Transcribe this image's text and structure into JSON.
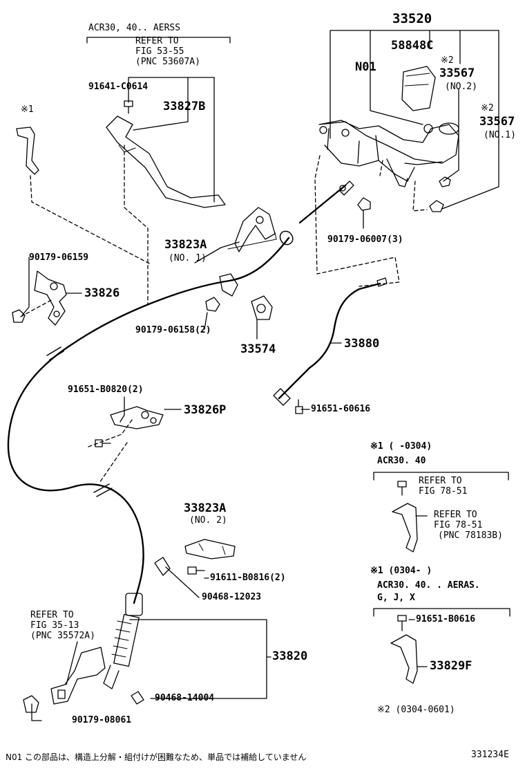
{
  "header": {
    "model_group": "ACR30, 40.. AERSS",
    "refer_top": {
      "line1": "REFER TO",
      "line2": "FIG 53-55",
      "line3": "(PNC 53607A)"
    }
  },
  "parts": {
    "p33520": "33520",
    "p58848C": "58848C",
    "pN01": "N01",
    "p33567_no2": {
      "mark": "※2",
      "number": "33567",
      "note": "(NO.2)"
    },
    "p33567_no1": {
      "mark": "※2",
      "number": "33567",
      "note": "(NO.1)"
    },
    "p91641": "91641-C0614",
    "p33827B": "33827B",
    "mark1_top": "※1",
    "p90179_06007": "90179-06007(3)",
    "p33823A_no1": {
      "number": "33823A",
      "note": "(NO. 1)"
    },
    "p90179_06159": "90179-06159",
    "p33826": "33826",
    "p90179_06158": "90179-06158(2)",
    "p33574": "33574",
    "p33880": "33880",
    "p91651_B0820": "91651-B0820(2)",
    "p33826P": "33826P",
    "p91651_60616": "91651-60616",
    "p33823A_no2": {
      "number": "33823A",
      "note": "(NO. 2)"
    },
    "p91611_B0816": "91611-B0816(2)",
    "p90468_12023": "90468-12023",
    "p33820": "33820",
    "p90468_14004": "90468-14004",
    "p90179_08061": "90179-08061",
    "refer_35": {
      "line1": "REFER TO",
      "line2": "FIG 35-13",
      "line3": "(PNC 35572A)"
    }
  },
  "inset1": {
    "heading": "※1 (      -0304)",
    "model": "ACR30. 40",
    "refer_a": {
      "line1": "REFER TO",
      "line2": "FIG 78-51"
    },
    "refer_b": {
      "line1": "REFER TO",
      "line2": "FIG 78-51",
      "line3": "(PNC 78183B)"
    }
  },
  "inset2": {
    "heading": "※1 (0304-       )",
    "model_line1": "ACR30. 40. . AERAS.",
    "model_line2": "G, J, X",
    "bolt": "91651-B0616",
    "bracket": "33829F"
  },
  "footnote_mark2": "※2 (0304-0601)",
  "footnote_n01": "N01  この部品は、構造上分解・組付けが困難なため、単品では補給していません",
  "illustration_id": "331234E"
}
